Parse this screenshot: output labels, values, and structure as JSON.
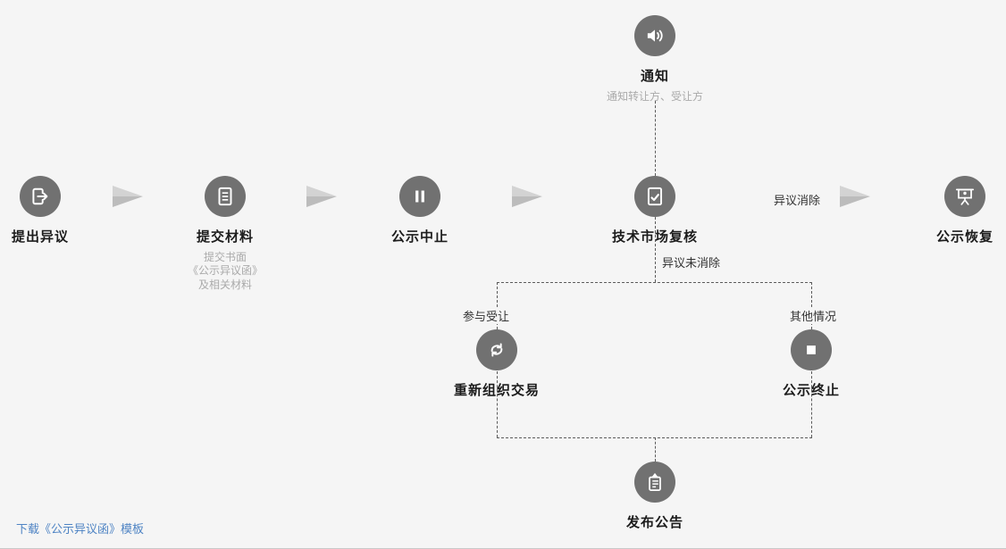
{
  "flow": {
    "notify": {
      "label": "通知",
      "subtitle": "通知转让方、受让方",
      "icon": "speaker-icon"
    },
    "raise_objection": {
      "label": "提出异议",
      "icon": "document-export-icon"
    },
    "submit_materials": {
      "label": "提交材料",
      "subtitle1": "提交书面",
      "subtitle2": "《公示异议函》",
      "subtitle3": "及相关材料",
      "icon": "document-lines-icon"
    },
    "suspend": {
      "label": "公示中止",
      "icon": "pause-icon"
    },
    "review": {
      "label": "技术市场复核",
      "icon": "document-check-icon"
    },
    "resume": {
      "label": "公示恢复",
      "icon": "presentation-board-icon"
    },
    "reorganize": {
      "label": "重新组织交易",
      "condition": "参与受让",
      "icon": "refresh-icon"
    },
    "terminate": {
      "label": "公示终止",
      "condition": "其他情况",
      "icon": "stop-icon"
    },
    "announce": {
      "label": "发布公告",
      "icon": "announcement-icon"
    }
  },
  "edge_labels": {
    "resolved": "异议消除",
    "unresolved": "异议未消除"
  },
  "footer": {
    "download_link": "下载《公示异议函》模板"
  },
  "colors": {
    "background": "#f5f5f5",
    "node_circle": "#717171",
    "node_label": "#1c1c1c",
    "subtitle": "#aaaaaa",
    "arrow": "#c7c7c7",
    "dashed_line": "#5b5b5b",
    "link": "#4f84c4"
  }
}
